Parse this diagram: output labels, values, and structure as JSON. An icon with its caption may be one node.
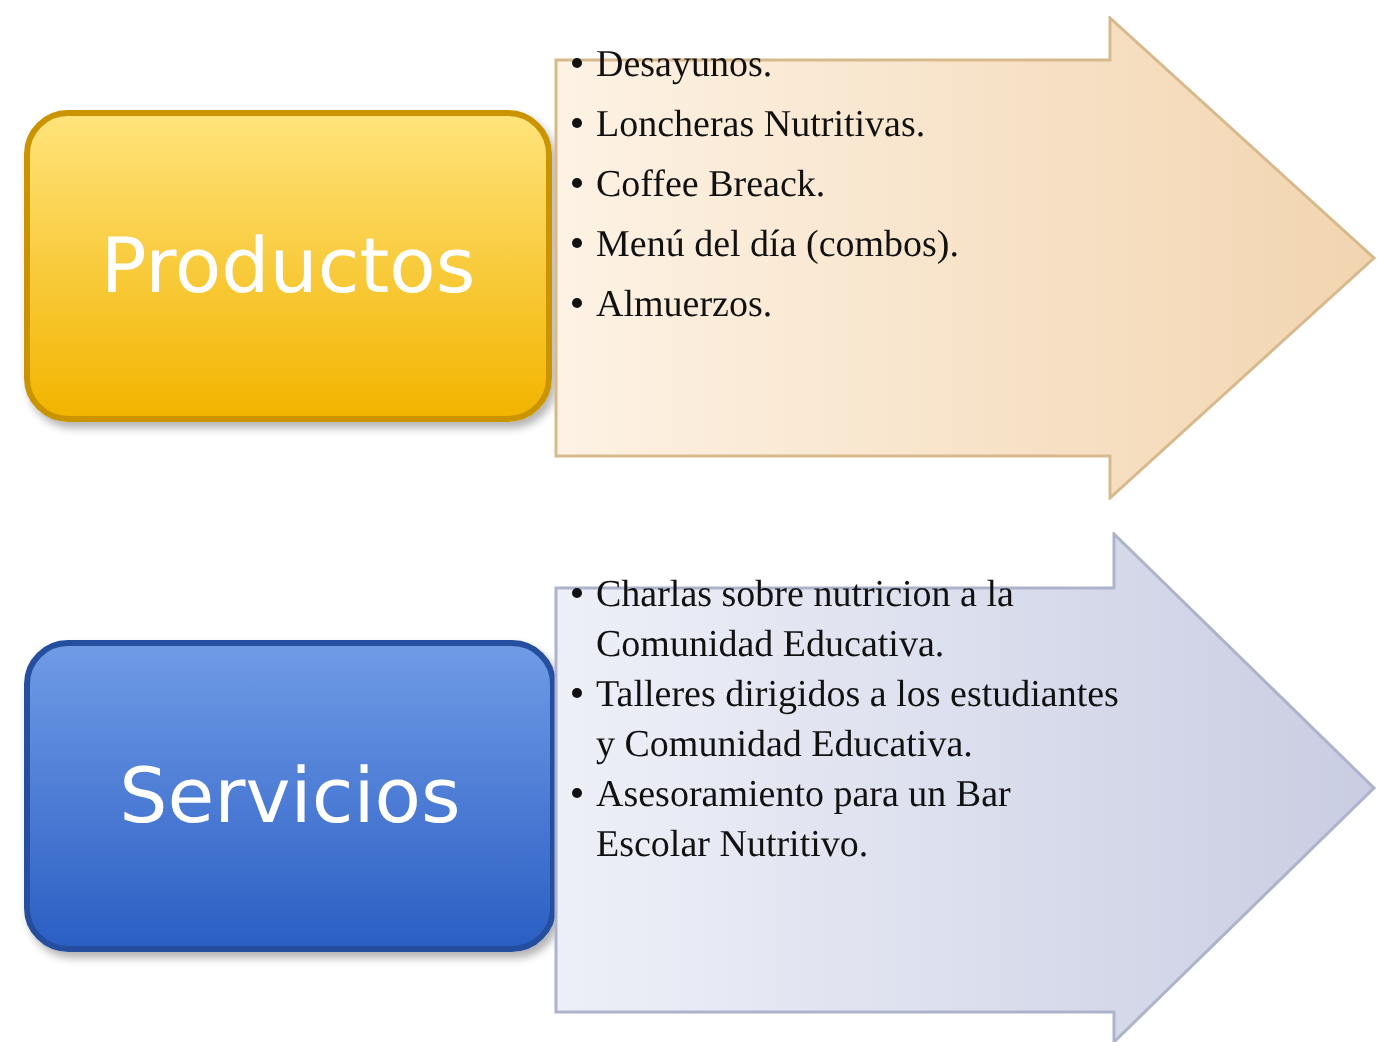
{
  "diagram": {
    "nodes": [
      {
        "text": [
          "Productos"
        ]
      },
      {
        "text": [
          "Desayunos.",
          "Loncheras Nutritivas.",
          "Coffee Breack.",
          "Menú del día (combos).",
          "Almuerzos."
        ]
      },
      {
        "text": [
          "Servicios"
        ]
      },
      {
        "text": [
          "Charlas sobre nutricion a la Comunidad Educativa.",
          "Talleres dirigidos a los estudiantes y Comunidad Educativa.",
          "Asesoramiento para un Bar Escolar Nutritivo."
        ]
      }
    ]
  }
}
